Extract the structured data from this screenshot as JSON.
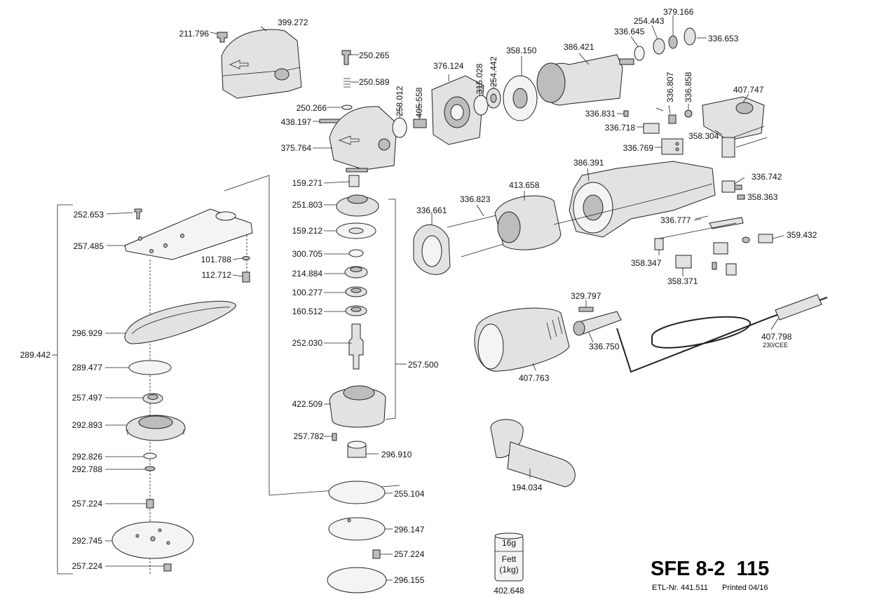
{
  "title": "SFE 8-2  115",
  "footer": {
    "etl": "ETL-Nr. 441.511",
    "printed": "Printed 04/16"
  },
  "grease": {
    "weight": "16g",
    "name": "Fett",
    "qty": "(1kg)",
    "part": "402.648"
  },
  "parts": {
    "p211796": "211.796",
    "p399272": "399.272",
    "p250265": "250.265",
    "p250589": "250.589",
    "p250266": "250.266",
    "p438197": "438.197",
    "p375764": "375.764",
    "p258012": "258.012",
    "p405558": "405.558",
    "p376124": "376.124",
    "p315028": "315.028",
    "p254442a": "254.442",
    "p358150": "358.150",
    "p386421": "386.421",
    "p336645": "336.645",
    "p254443": "254.443",
    "p379166": "379.166",
    "p336653": "336.653",
    "p336807": "336.807",
    "p336858": "336.858",
    "p407747": "407.747",
    "p336831": "336.831",
    "p336718": "336.718",
    "p358304": "358.304",
    "p336769": "336.769",
    "p386391": "386.391",
    "p336742": "336.742",
    "p358363": "358.363",
    "p159271": "159.271",
    "p251803": "251.803",
    "p159212": "159.212",
    "p300705": "300.705",
    "p214884": "214.884",
    "p100277": "100.277",
    "p160512": "160.512",
    "p252030": "252.030",
    "p257500": "257.500",
    "p422509": "422.509",
    "p257782": "257.782",
    "p296910": "296.910",
    "p255104": "255.104",
    "p296147": "296.147",
    "p257224c": "257.224",
    "p296155": "296.155",
    "p252653": "252.653",
    "p257485": "257.485",
    "p101788": "101.788",
    "p112712": "112.712",
    "p296929": "296.929",
    "p289442": "289.442",
    "p289477": "289.477",
    "p257497": "257.497",
    "p292893": "292.893",
    "p292826": "292.826",
    "p292788": "292.788",
    "p257224a": "257.224",
    "p292745": "292.745",
    "p257224b": "257.224",
    "p336661": "336.661",
    "p336823": "336.823",
    "p413658": "413.658",
    "p336777": "336.777",
    "p359432": "359.432",
    "p358347": "358.347",
    "p358371": "358.371",
    "p329797": "329.797",
    "p336750": "336.750",
    "p407763": "407.763",
    "p407798": "407.798",
    "cee": "230/CEE",
    "p194034": "194.034"
  }
}
